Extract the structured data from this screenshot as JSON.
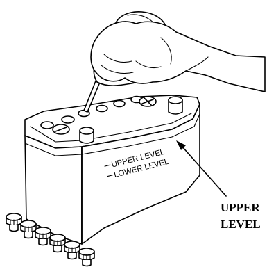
{
  "diagram": {
    "inline_labels": {
      "upper": "UPPER LEVEL",
      "lower": "LOWER LEVEL"
    },
    "callout": {
      "line1": "UPPER",
      "line2": "LEVEL"
    },
    "parts": {
      "battery": "battery-case",
      "hand": "hand-holding-bulb",
      "caps_removed": 6
    },
    "colors": {
      "ink": "#000000",
      "paper": "#ffffff"
    }
  }
}
